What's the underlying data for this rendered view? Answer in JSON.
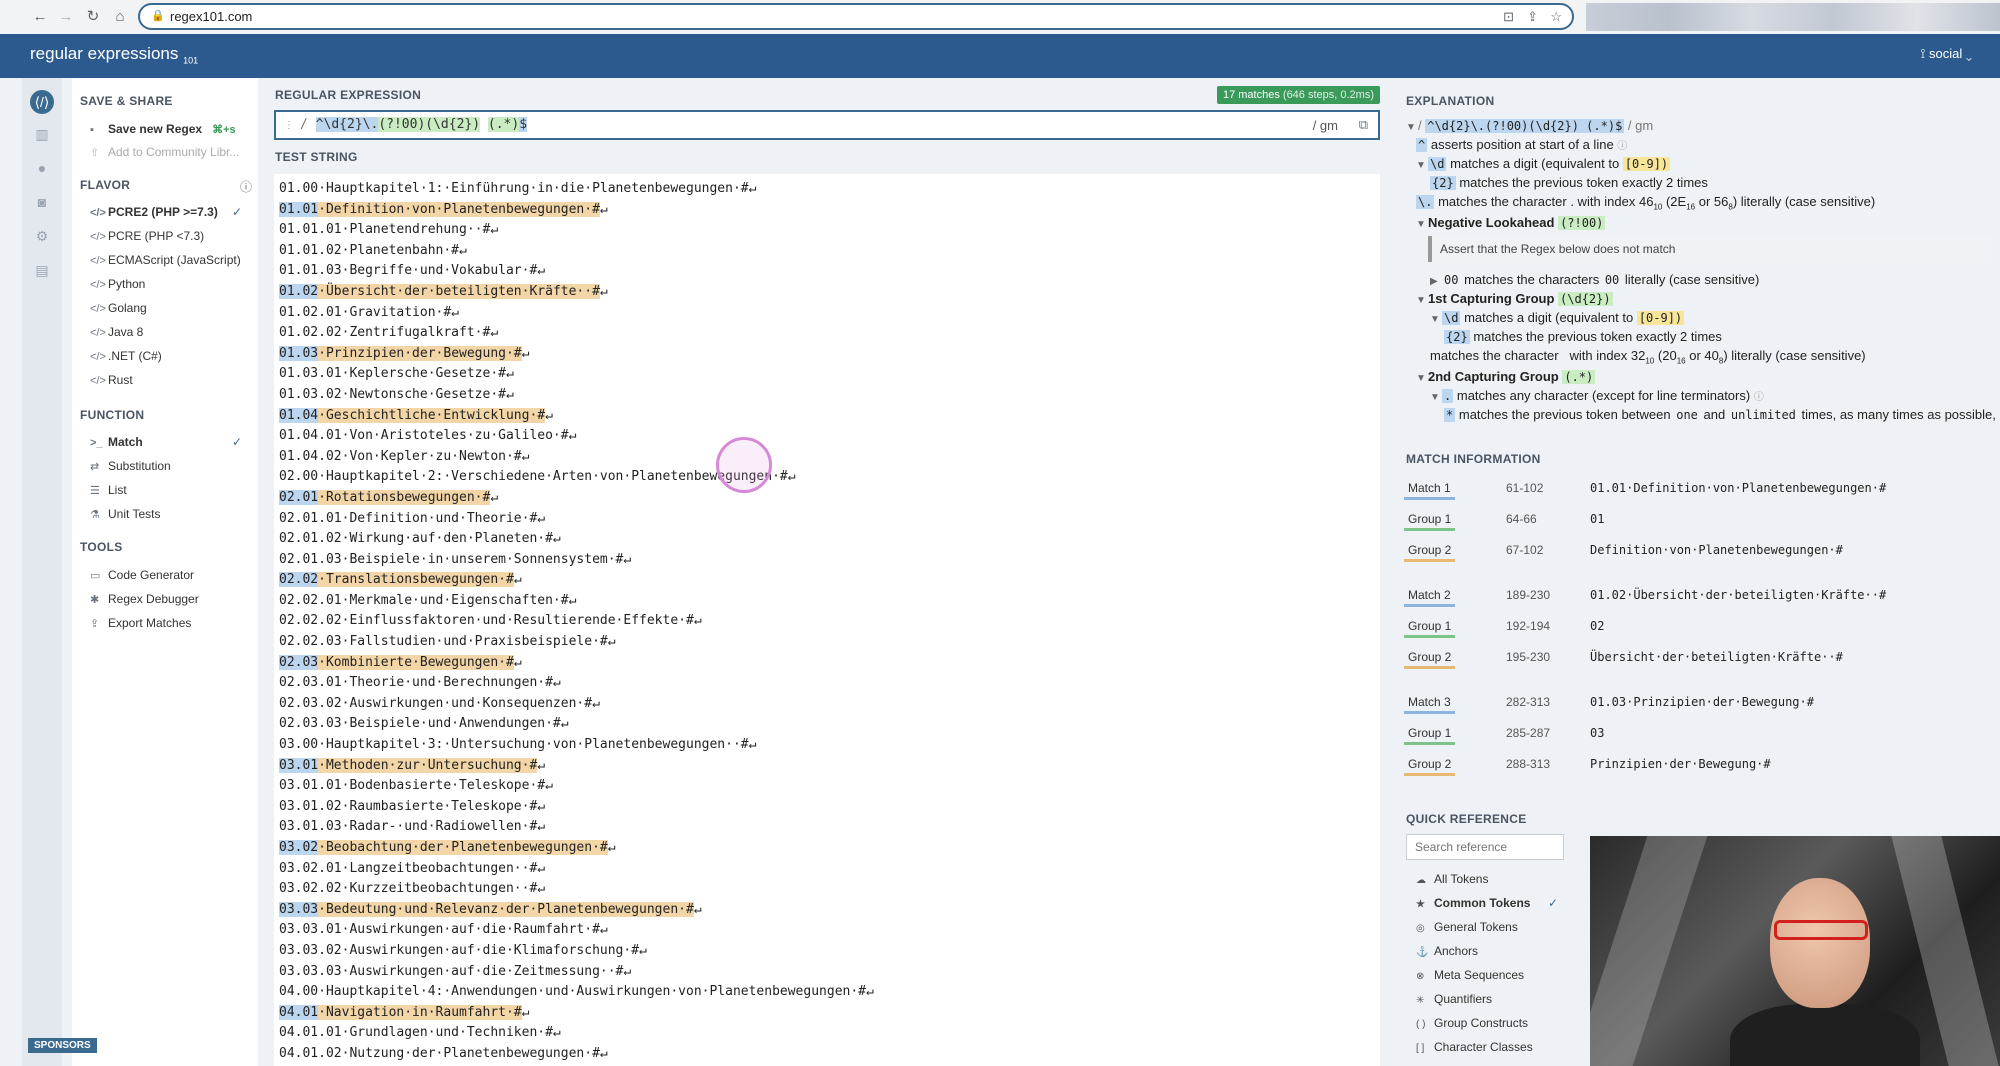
{
  "browser": {
    "url": "regex101.com"
  },
  "header": {
    "logo_main": "regular expressions",
    "logo_sub": "101",
    "social": "social"
  },
  "sidebar": {
    "save_share_title": "SAVE & SHARE",
    "save_new": "Save new Regex",
    "save_shortcut": "⌘+s",
    "add_community": "Add to Community Libr...",
    "flavor_title": "FLAVOR",
    "flavors": [
      "PCRE2 (PHP >=7.3)",
      "PCRE (PHP <7.3)",
      "ECMAScript (JavaScript)",
      "Python",
      "Golang",
      "Java 8",
      ".NET (C#)",
      "Rust"
    ],
    "function_title": "FUNCTION",
    "functions": [
      "Match",
      "Substitution",
      "List",
      "Unit Tests"
    ],
    "tools_title": "TOOLS",
    "tools": [
      "Code Generator",
      "Regex Debugger",
      "Export Matches"
    ],
    "sponsors": "SPONSORS"
  },
  "regex": {
    "label": "REGULAR EXPRESSION",
    "matches": "17 matches",
    "steps": "(646 steps, 0.2ms)",
    "delimiter": "/",
    "parts": [
      "^\\d{2}\\.",
      "(?!00)",
      "(\\d{2})",
      " ",
      "(.*)",
      "$"
    ],
    "flags": "/ gm"
  },
  "test_string": {
    "label": "TEST STRING",
    "lines": [
      {
        "a": "",
        "b": "",
        "c": "01.00·Hauptkapitel·1:·Einführung·in·die·Planetenbewegungen·#↵"
      },
      {
        "a": "01.01",
        "b": "·Definition·von·Planetenbewegungen·#",
        "c": "↵"
      },
      {
        "a": "",
        "b": "",
        "c": "01.01.01·Planetendrehung··#↵"
      },
      {
        "a": "",
        "b": "",
        "c": "01.01.02·Planetenbahn·#↵"
      },
      {
        "a": "",
        "b": "",
        "c": "01.01.03·Begriffe·und·Vokabular·#↵"
      },
      {
        "a": "01.02",
        "b": "·Übersicht·der·beteiligten·Kräfte··#",
        "c": "↵"
      },
      {
        "a": "",
        "b": "",
        "c": "01.02.01·Gravitation·#↵"
      },
      {
        "a": "",
        "b": "",
        "c": "01.02.02·Zentrifugalkraft·#↵"
      },
      {
        "a": "01.03",
        "b": "·Prinzipien·der·Bewegung·#",
        "c": "↵"
      },
      {
        "a": "",
        "b": "",
        "c": "01.03.01·Keplersche·Gesetze·#↵"
      },
      {
        "a": "",
        "b": "",
        "c": "01.03.02·Newtonsche·Gesetze·#↵"
      },
      {
        "a": "01.04",
        "b": "·Geschichtliche·Entwicklung·#",
        "c": "↵"
      },
      {
        "a": "",
        "b": "",
        "c": "01.04.01·Von·Aristoteles·zu·Galileo·#↵"
      },
      {
        "a": "",
        "b": "",
        "c": "01.04.02·Von·Kepler·zu·Newton·#↵"
      },
      {
        "a": "",
        "b": "",
        "c": "02.00·Hauptkapitel·2:·Verschiedene·Arten·von·Planetenbewegungen·#↵"
      },
      {
        "a": "02.01",
        "b": "·Rotationsbewegungen·#",
        "c": "↵"
      },
      {
        "a": "",
        "b": "",
        "c": "02.01.01·Definition·und·Theorie·#↵"
      },
      {
        "a": "",
        "b": "",
        "c": "02.01.02·Wirkung·auf·den·Planeten·#↵"
      },
      {
        "a": "",
        "b": "",
        "c": "02.01.03·Beispiele·in·unserem·Sonnensystem·#↵"
      },
      {
        "a": "02.02",
        "b": "·Translationsbewegungen·#",
        "c": "↵"
      },
      {
        "a": "",
        "b": "",
        "c": "02.02.01·Merkmale·und·Eigenschaften·#↵"
      },
      {
        "a": "",
        "b": "",
        "c": "02.02.02·Einflussfaktoren·und·Resultierende·Effekte·#↵"
      },
      {
        "a": "",
        "b": "",
        "c": "02.02.03·Fallstudien·und·Praxisbeispiele·#↵"
      },
      {
        "a": "02.03",
        "b": "·Kombinierte·Bewegungen·#",
        "c": "↵"
      },
      {
        "a": "",
        "b": "",
        "c": "02.03.01·Theorie·und·Berechnungen·#↵"
      },
      {
        "a": "",
        "b": "",
        "c": "02.03.02·Auswirkungen·und·Konsequenzen·#↵"
      },
      {
        "a": "",
        "b": "",
        "c": "02.03.03·Beispiele·und·Anwendungen·#↵"
      },
      {
        "a": "",
        "b": "",
        "c": "03.00·Hauptkapitel·3:·Untersuchung·von·Planetenbewegungen··#↵"
      },
      {
        "a": "03.01",
        "b": "·Methoden·zur·Untersuchung·#",
        "c": "↵"
      },
      {
        "a": "",
        "b": "",
        "c": "03.01.01·Bodenbasierte·Teleskope·#↵"
      },
      {
        "a": "",
        "b": "",
        "c": "03.01.02·Raumbasierte·Teleskope·#↵"
      },
      {
        "a": "",
        "b": "",
        "c": "03.01.03·Radar-·und·Radiowellen·#↵"
      },
      {
        "a": "03.02",
        "b": "·Beobachtung·der·Planetenbewegungen·#",
        "c": "↵"
      },
      {
        "a": "",
        "b": "",
        "c": "03.02.01·Langzeitbeobachtungen··#↵"
      },
      {
        "a": "",
        "b": "",
        "c": "03.02.02·Kurzzeitbeobachtungen··#↵"
      },
      {
        "a": "03.03",
        "b": "·Bedeutung·und·Relevanz·der·Planetenbewegungen·#",
        "c": "↵"
      },
      {
        "a": "",
        "b": "",
        "c": "03.03.01·Auswirkungen·auf·die·Raumfahrt·#↵"
      },
      {
        "a": "",
        "b": "",
        "c": "03.03.02·Auswirkungen·auf·die·Klimaforschung·#↵"
      },
      {
        "a": "",
        "b": "",
        "c": "03.03.03·Auswirkungen·auf·die·Zeitmessung··#↵"
      },
      {
        "a": "",
        "b": "",
        "c": "04.00·Hauptkapitel·4:·Anwendungen·und·Auswirkungen·von·Planetenbewegungen·#↵"
      },
      {
        "a": "04.01",
        "b": "·Navigation·in·Raumfahrt·#",
        "c": "↵"
      },
      {
        "a": "",
        "b": "",
        "c": "04.01.01·Grundlagen·und·Techniken·#↵"
      },
      {
        "a": "",
        "b": "",
        "c": "04.01.02·Nutzung·der·Planetenbewegungen·#↵"
      }
    ]
  },
  "explanation": {
    "title": "EXPLANATION",
    "regex_line": "^\\d{2}\\.(?!00)(\\d{2}) (.*)$",
    "line1": "asserts position at start of a line",
    "line2": "matches a digit (equivalent to",
    "line2_tok": "[0-9])",
    "line3": "matches the previous token exactly 2 times",
    "line4_a": "matches the character",
    "line4_b": ". with index 46",
    "line4_c": "(2E",
    "line4_d": "or 56",
    "line4_e": ") literally (case sensitive)",
    "neg_title": "Negative Lookahead",
    "neg_tok": "(?!00)",
    "assert": "Assert that the Regex below does not match",
    "line_00": "matches the characters",
    "line_00_tok": "00",
    "line_00_end": "literally (case sensitive)",
    "cap1_title": "1st Capturing Group",
    "cap1_tok": "(\\d{2})",
    "cap1_d": "matches a digit (equivalent to",
    "cap1_d_tok": "[0-9])",
    "cap1_q": "matches the previous token exactly 2 times",
    "space_line_a": "matches the character",
    "space_line_b": "with index 32",
    "space_line_c": "(20",
    "space_line_d": "or 40",
    "space_line_e": ") literally (case sensitive)",
    "cap2_title": "2nd Capturing Group",
    "cap2_tok": "(.*)",
    "dot_line": "matches any character (except for line terminators)",
    "star_line_a": "matches the previous token between",
    "star_line_b": "one",
    "star_line_c": "and",
    "star_line_d": "unlimited",
    "star_line_e": "times, as many times as possible, givi",
    "tok_caret": "^",
    "tok_d": "\\d",
    "tok_q": "{2}",
    "tok_dot": "\\.",
    "tok_00": "00",
    "tok_dotc": ".",
    "tok_star": "*",
    "sub10": "10",
    "sub16": "16",
    "sub8": "8"
  },
  "match_info": {
    "title": "MATCH INFORMATION",
    "rows": [
      {
        "label": "Match 1",
        "range": "61-102",
        "text": "01.01·Definition·von·Planetenbewegungen·#"
      },
      {
        "label": "Group 1",
        "range": "64-66",
        "text": "01"
      },
      {
        "label": "Group 2",
        "range": "67-102",
        "text": "Definition·von·Planetenbewegungen·#"
      },
      {
        "label": "Match 2",
        "range": "189-230",
        "text": "01.02·Übersicht·der·beteiligten·Kräfte··#"
      },
      {
        "label": "Group 1",
        "range": "192-194",
        "text": "02"
      },
      {
        "label": "Group 2",
        "range": "195-230",
        "text": "Übersicht·der·beteiligten·Kräfte··#"
      },
      {
        "label": "Match 3",
        "range": "282-313",
        "text": "01.03·Prinzipien·der·Bewegung·#"
      },
      {
        "label": "Group 1",
        "range": "285-287",
        "text": "03"
      },
      {
        "label": "Group 2",
        "range": "288-313",
        "text": "Prinzipien·der·Bewegung·#"
      }
    ]
  },
  "quick_ref": {
    "title": "QUICK REFERENCE",
    "search_placeholder": "Search reference",
    "items": [
      "All Tokens",
      "Common Tokens",
      "General Tokens",
      "Anchors",
      "Meta Sequences",
      "Quantifiers",
      "Group Constructs",
      "Character Classes"
    ]
  },
  "colors": {
    "header": "#2c5a8f",
    "accent": "#3b6a8f",
    "match_badge": "#3a9a5a"
  }
}
